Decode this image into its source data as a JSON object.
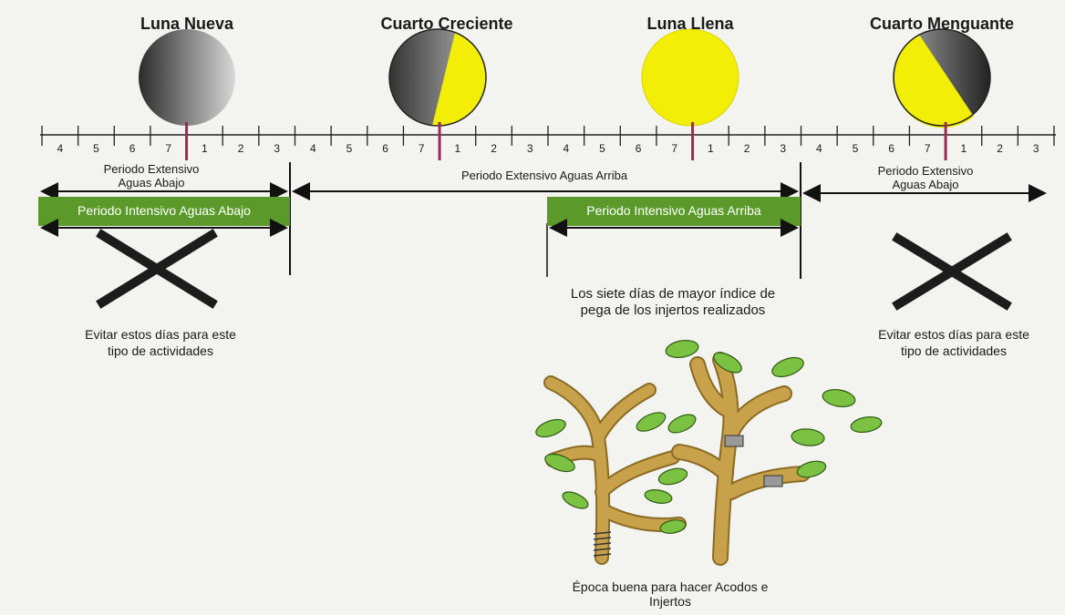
{
  "phases": [
    {
      "name": "Luna Nueva"
    },
    {
      "name": "Cuarto Creciente"
    },
    {
      "name": "Luna Llena"
    },
    {
      "name": "Cuarto Menguante"
    }
  ],
  "scale_numbers": [
    "4",
    "5",
    "6",
    "7",
    "1",
    "2",
    "3",
    "4",
    "5",
    "6",
    "7",
    "1",
    "2",
    "3",
    "4",
    "5",
    "6",
    "7",
    "1",
    "2",
    "3",
    "4",
    "5",
    "6",
    "7",
    "1",
    "2",
    "3"
  ],
  "periods": {
    "left_extensive": "Periodo Extensivo\nAguas Abajo",
    "middle_extensive": "Periodo Extensivo Aguas Arriba",
    "right_extensive": "Periodo Extensivo\nAguas Abajo",
    "left_intensive": "Periodo Intensivo Aguas Abajo",
    "right_intensive": "Periodo Intensivo Aguas Arriba"
  },
  "captions": {
    "avoid_left": "Evitar estos días para este\ntipo de actividades",
    "avoid_right": "Evitar estos días para este\ntipo de actividades",
    "seven_days": "Los siete días de mayor índice de\npega de los injertos realizados",
    "good_season": "Época buena para hacer Acodos e\nInjertos"
  },
  "colors": {
    "moon_yellow": "#f2ee05",
    "green_band": "#5b9a2a",
    "phase_tick": "#9b2a55",
    "leaf": "#7bc142",
    "branch": "#c7a24a"
  }
}
